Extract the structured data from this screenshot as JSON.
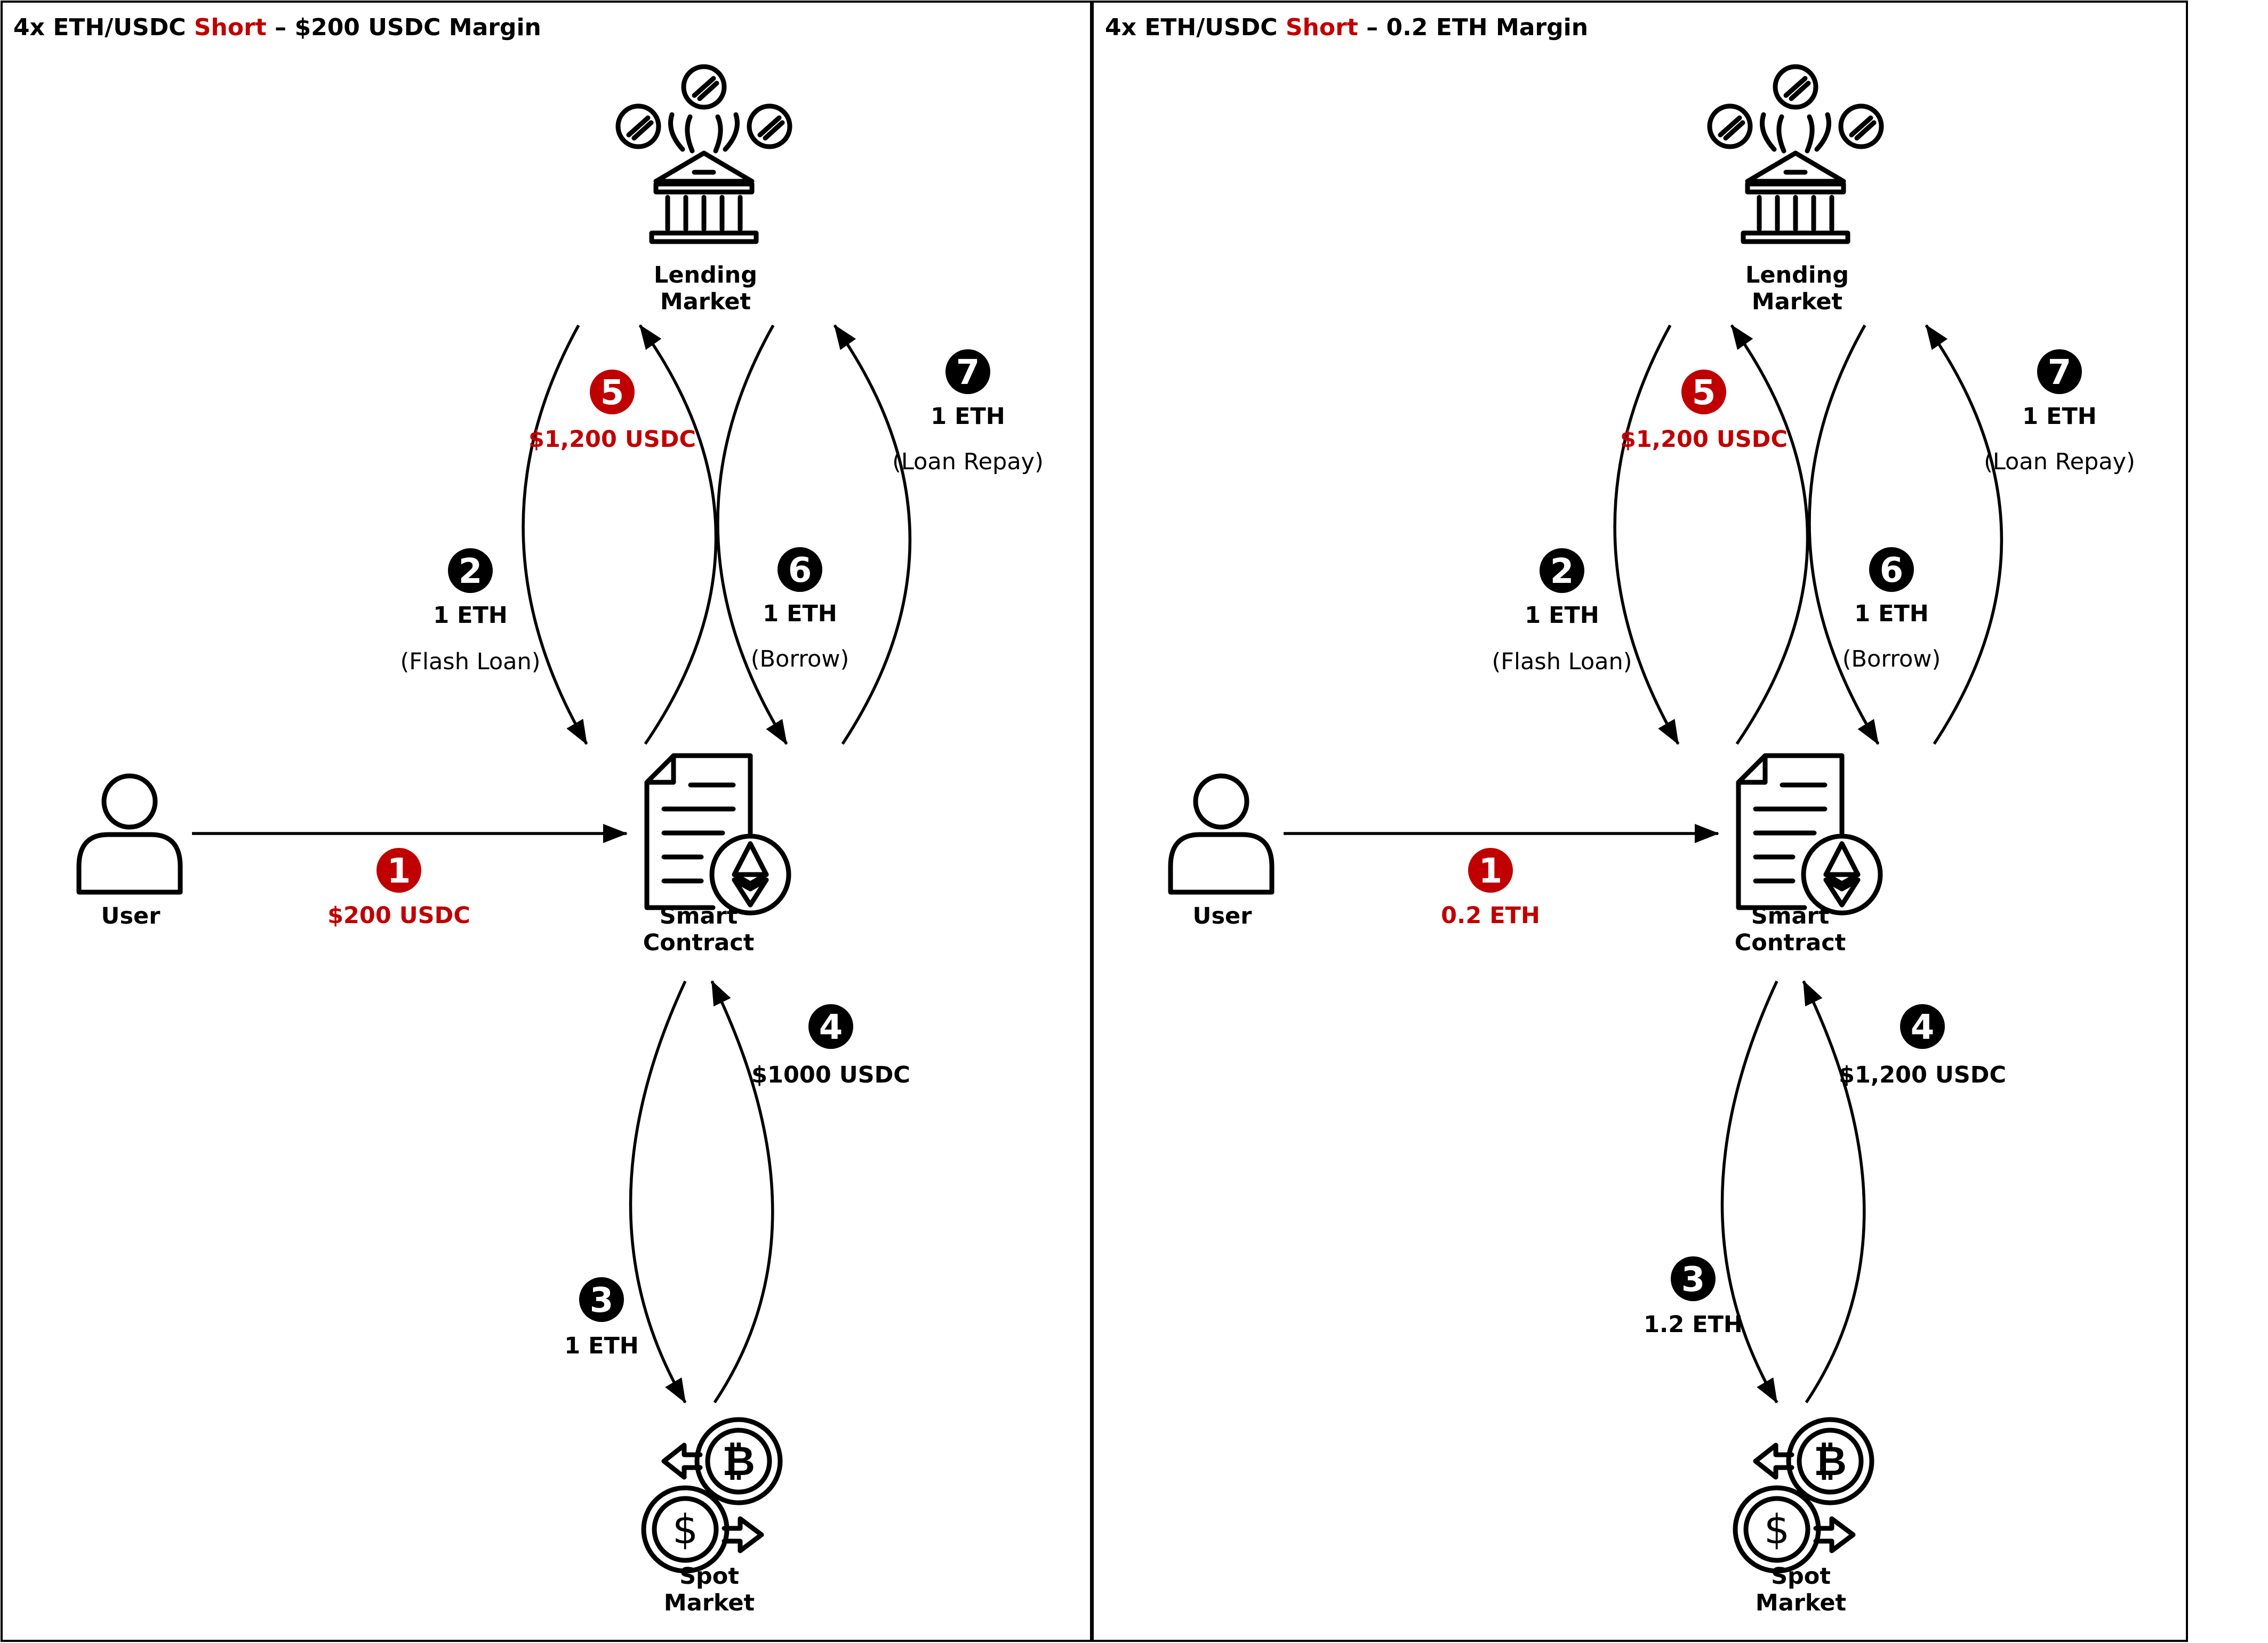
{
  "colors": {
    "accent_red": "#c00000",
    "badge_black": "#000000"
  },
  "panels": [
    {
      "title": {
        "prefix": "4x ETH/USDC ",
        "highlight": "Short",
        "suffix": " – $200 USDC Margin"
      },
      "nodes": {
        "lending": {
          "line1": "Lending",
          "line2": "Market",
          "icon": "bank-icon"
        },
        "user": {
          "label": "User",
          "icon": "user-icon"
        },
        "contract": {
          "line1": "Smart",
          "line2": "Contract",
          "icon": "smart-contract-icon"
        },
        "spot": {
          "line1": "Spot",
          "line2": "Market",
          "icon": "spot-exchange-icon"
        }
      },
      "steps": {
        "s1": {
          "num": "1",
          "amount": "$200 USDC"
        },
        "s2": {
          "num": "2",
          "amount": "1 ETH",
          "note": "(Flash Loan)"
        },
        "s3": {
          "num": "3",
          "amount": "1 ETH"
        },
        "s4": {
          "num": "4",
          "amount": "$1000 USDC"
        },
        "s5": {
          "num": "5",
          "amount": "$1,200 USDC"
        },
        "s6": {
          "num": "6",
          "amount": "1 ETH",
          "note": "(Borrow)"
        },
        "s7": {
          "num": "7",
          "amount": "1 ETH",
          "note": "(Loan Repay)"
        }
      }
    },
    {
      "title": {
        "prefix": "4x ETH/USDC ",
        "highlight": "Short",
        "suffix": " – 0.2 ETH Margin"
      },
      "nodes": {
        "lending": {
          "line1": "Lending",
          "line2": "Market",
          "icon": "bank-icon"
        },
        "user": {
          "label": "User",
          "icon": "user-icon"
        },
        "contract": {
          "line1": "Smart",
          "line2": "Contract",
          "icon": "smart-contract-icon"
        },
        "spot": {
          "line1": "Spot",
          "line2": "Market",
          "icon": "spot-exchange-icon"
        }
      },
      "steps": {
        "s1": {
          "num": "1",
          "amount": "0.2 ETH"
        },
        "s2": {
          "num": "2",
          "amount": "1 ETH",
          "note": "(Flash Loan)"
        },
        "s3": {
          "num": "3",
          "amount": "1.2 ETH"
        },
        "s4": {
          "num": "4",
          "amount": "$1,200 USDC"
        },
        "s5": {
          "num": "5",
          "amount": "$1,200 USDC"
        },
        "s6": {
          "num": "6",
          "amount": "1 ETH",
          "note": "(Borrow)"
        },
        "s7": {
          "num": "7",
          "amount": "1 ETH",
          "note": "(Loan Repay)"
        }
      }
    }
  ]
}
